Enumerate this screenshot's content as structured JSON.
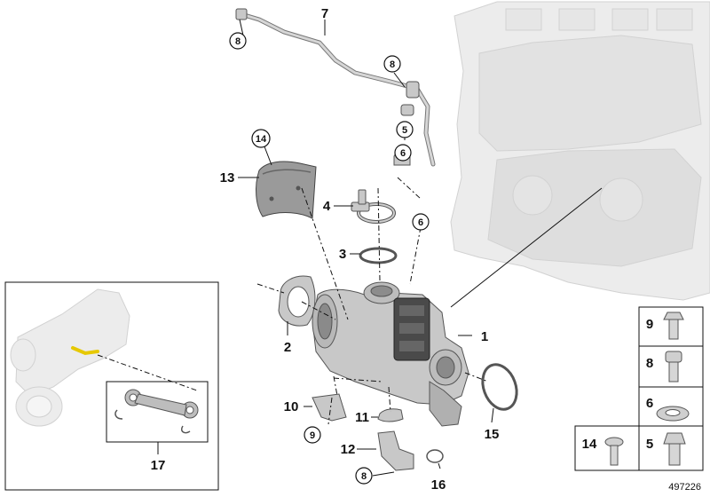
{
  "callouts": {
    "c1": "1",
    "c2": "2",
    "c3": "3",
    "c4": "4",
    "c5": "5",
    "c6a": "6",
    "c6b": "6",
    "c7": "7",
    "c8a": "8",
    "c8b": "8",
    "c8c": "8",
    "c9": "9",
    "c10": "10",
    "c11": "11",
    "c12": "12",
    "c13": "13",
    "c14": "14",
    "c15": "15",
    "c16": "16",
    "c17": "17"
  },
  "legend": {
    "item9": "9",
    "item8": "8",
    "item6": "6",
    "item14": "14",
    "item5": "5"
  },
  "doc_id": "497226"
}
